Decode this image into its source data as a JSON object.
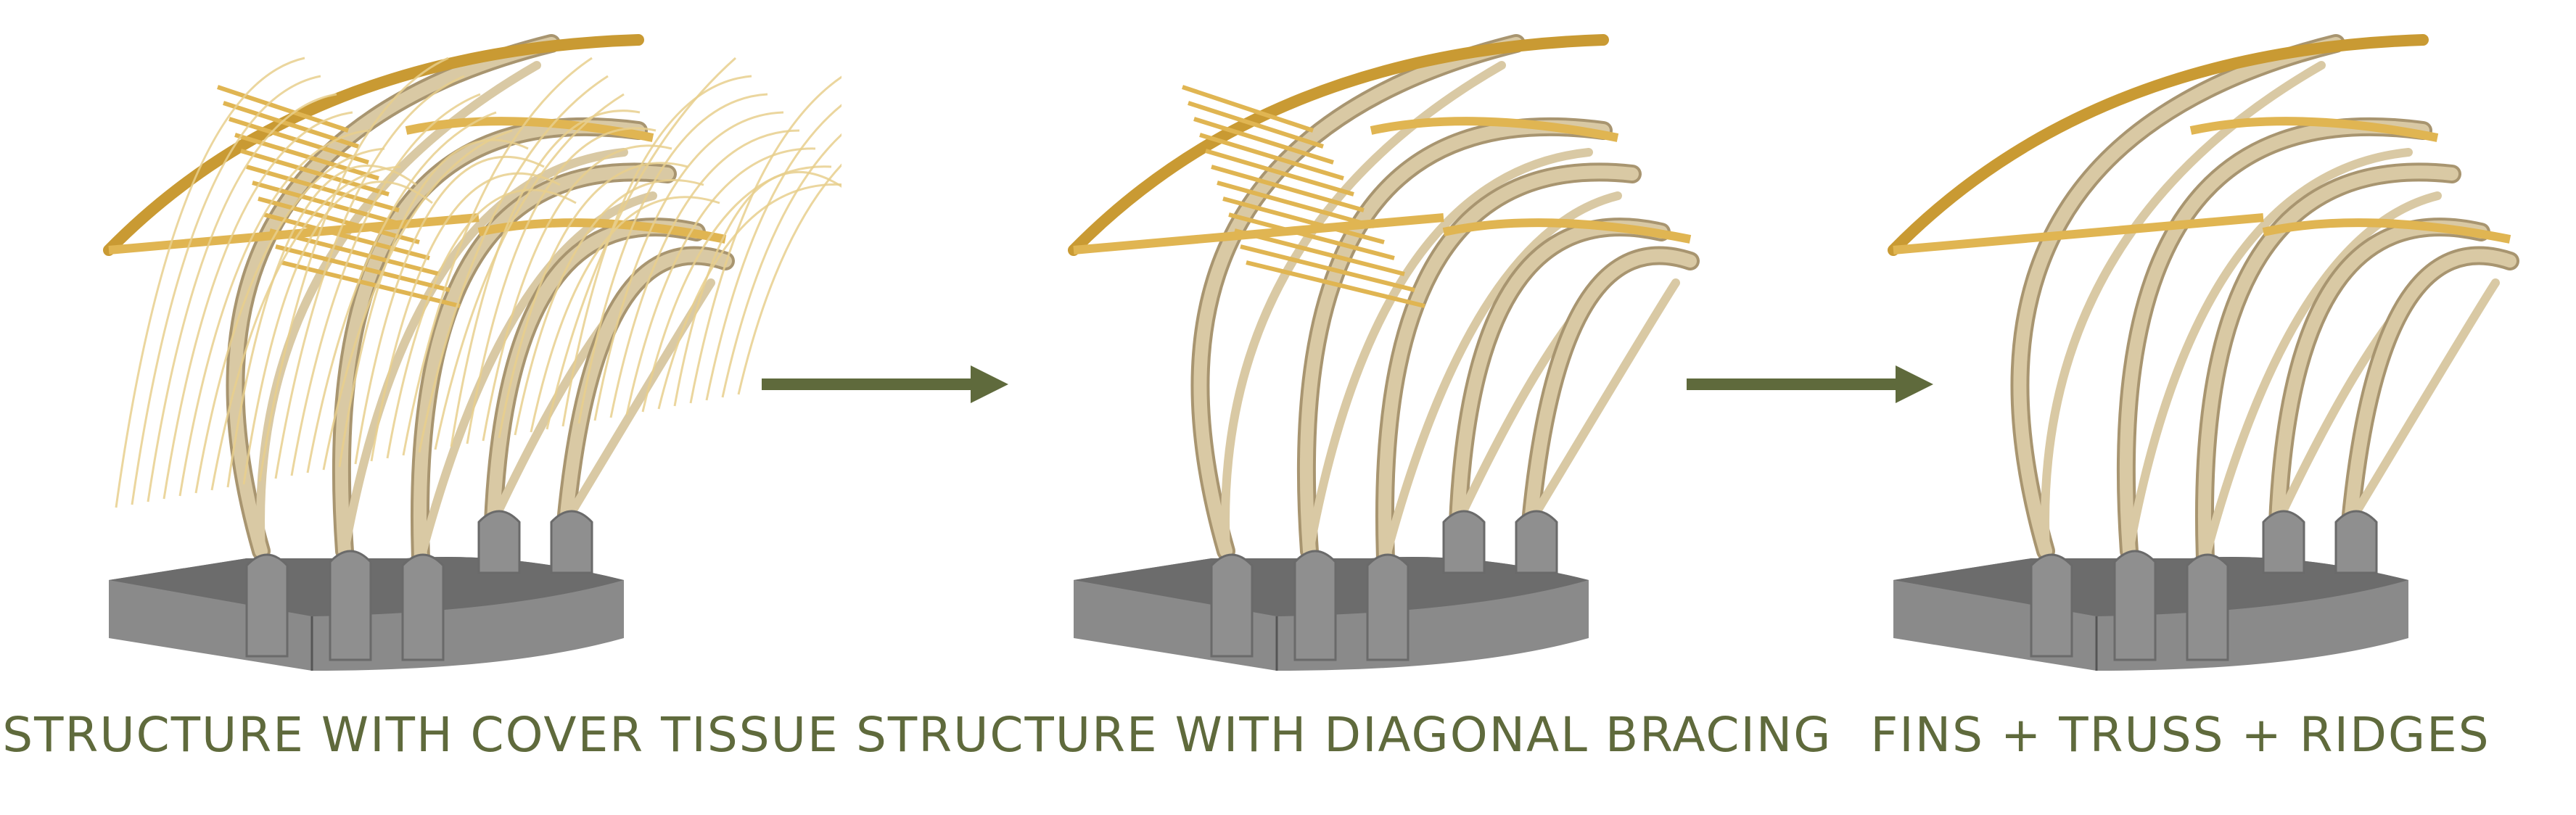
{
  "stages": [
    {
      "caption": "STRUCTURE WITH COVER TISSUE",
      "cover": true,
      "bracing": true
    },
    {
      "caption": "STRUCTURE WITH DIAGONAL BRACING",
      "cover": false,
      "bracing": true
    },
    {
      "caption": "FINS + TRUSS + RIDGES",
      "cover": false,
      "bracing": false
    }
  ],
  "arrows": [
    "arrow-right-icon",
    "arrow-right-icon"
  ],
  "colors": {
    "caption": "#5f6a3c",
    "arrow": "#5f6a3c",
    "bamboo": "#e0b552",
    "bamboo_dark": "#c99a33",
    "fin": "#d9c9a4",
    "fin_edge": "#a89570",
    "slab_top": "#6c6c6c",
    "slab_side": "#8a8a8a",
    "pillar": "#8f8f8f"
  }
}
